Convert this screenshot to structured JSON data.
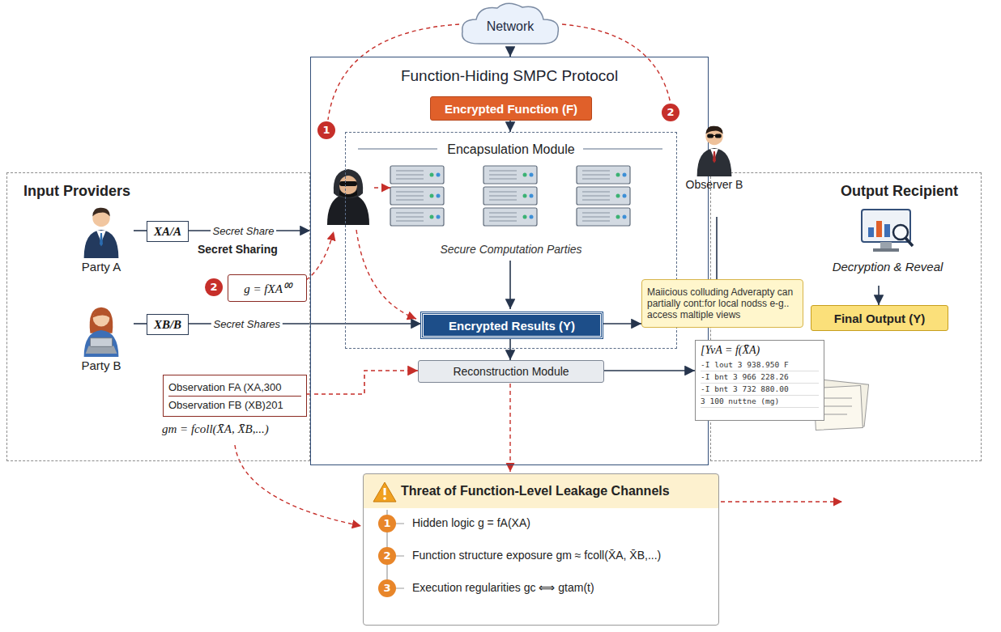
{
  "diagram": {
    "nodes": [
      {
        "text": [
          "Input Providers"
        ]
      },
      {
        "text": [
          "Party A"
        ],
        "in": 0
      },
      {
        "text": [
          "XA/A"
        ],
        "in": 0
      },
      {
        "text": [
          "g = fXA⁰⁰"
        ],
        "in": 0
      },
      {
        "text": [
          "Party B"
        ],
        "in": 0
      },
      {
        "text": [
          "XB/B"
        ],
        "in": 0
      },
      {
        "text": [
          "Observation FA (XA,300",
          "Observation FB (XB)201"
        ],
        "in": 0
      },
      {
        "text": [
          "Network"
        ]
      },
      {
        "text": [
          "Function-Hiding SMPC Protocol"
        ]
      },
      {
        "text": [
          "Encrypted Function (F)"
        ],
        "in": 8
      },
      {
        "text": [
          "Encapsulation Module",
          "Secure Computation Parties"
        ],
        "in": 8
      },
      {
        "text": [
          "Encrypted Results (Y)"
        ],
        "in": 10
      },
      {
        "text": [
          "Reconstruction Module"
        ],
        "in": 8
      },
      {
        "text": [
          "Output Recipient"
        ]
      },
      {
        "text": [
          "Decryption & Reveal"
        ],
        "in": 13
      },
      {
        "text": [
          "Observer B"
        ]
      },
      {
        "text": [
          "Maiicious colluding Adverapty can partially cont:for local nodss e-g.. access maltiple views"
        ]
      },
      {
        "text": [
          "Final Output (Y)"
        ],
        "in": 13
      },
      {
        "text": [
          "[YvA = f(X̄A)",
          "-I lout 3 938.950 F",
          "-I bnt 3 966 228.26",
          "-I bnt 3 732 880.00",
          "3 100 nuttne (mg)"
        ]
      },
      {
        "text": [
          "Threat of Function-Level Leakage Channels",
          "Hidden logic g = fA(XA)",
          "Function structure exposure gm ≈ fcoll(X̄A, X̄B,...)",
          "Execution regularities gc ⟺ gtam(t)"
        ]
      }
    ],
    "edges": [
      {
        "from": 1,
        "to": 2,
        "arrow": "none"
      },
      {
        "from": 2,
        "to": 8,
        "label": "Secret Share",
        "arrow": "to"
      },
      {
        "from": 4,
        "to": 5,
        "arrow": "none"
      },
      {
        "from": 5,
        "to": 11,
        "label": "Secret Shares",
        "arrow": "to"
      },
      {
        "from": 7,
        "to": 8,
        "arrow": "to"
      },
      {
        "from": 9,
        "to": 10,
        "arrow": "to"
      },
      {
        "from": 11,
        "to": 12,
        "arrow": "to"
      },
      {
        "from": 11,
        "to": 16,
        "arrow": "to"
      },
      {
        "from": 12,
        "to": 18,
        "arrow": "to"
      },
      {
        "from": 6,
        "to": 12,
        "arrow": "to"
      },
      {
        "from": 14,
        "to": 17,
        "arrow": "to"
      },
      {
        "from": 15,
        "to": 16,
        "arrow": "none"
      }
    ],
    "labels": [
      "Secret Sharing",
      "1",
      "2",
      "2",
      "gm = fcoll(X̄A, X̄B,...)",
      "1",
      "2",
      "3"
    ]
  }
}
